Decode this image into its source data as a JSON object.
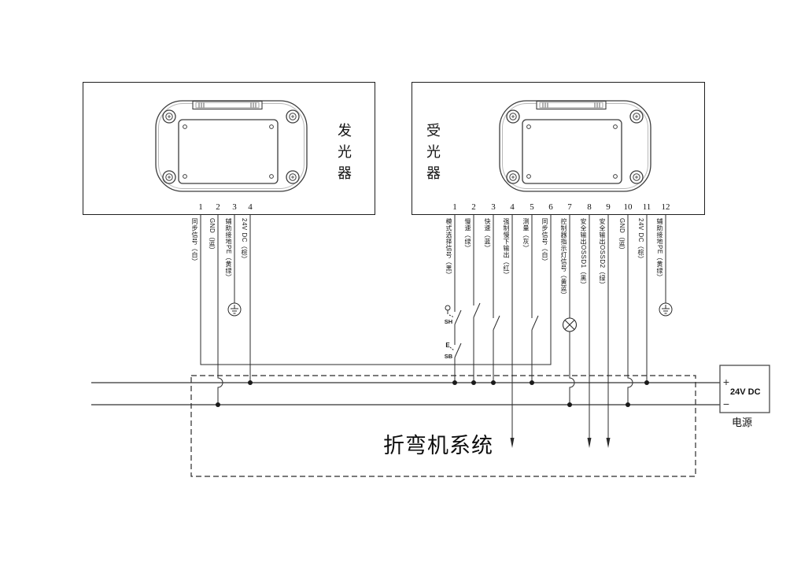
{
  "emitter": {
    "name": "发光器",
    "wires": [
      {
        "pin": "1",
        "label": "同步信号（白）"
      },
      {
        "pin": "2",
        "label": "GND（蓝）"
      },
      {
        "pin": "3",
        "label": "辅助接地PE（黄绿）"
      },
      {
        "pin": "4",
        "label": "24V DC（棕）"
      }
    ]
  },
  "receiver": {
    "name": "受光器",
    "wires": [
      {
        "pin": "1",
        "label": "模式选择信号（黑）"
      },
      {
        "pin": "2",
        "label": "慢速（绿）"
      },
      {
        "pin": "3",
        "label": "快速（蓝）"
      },
      {
        "pin": "4",
        "label": "强制慢下输出（红）"
      },
      {
        "pin": "5",
        "label": "测量（灰）"
      },
      {
        "pin": "6",
        "label": "同步信号（白）"
      },
      {
        "pin": "7",
        "label": "控制器指示灯信号（黄蓝）"
      },
      {
        "pin": "8",
        "label": "安全输出OSSD1（黑）"
      },
      {
        "pin": "9",
        "label": "安全输出OSSD2（绿）"
      },
      {
        "pin": "10",
        "label": "GND（蓝）"
      },
      {
        "pin": "11",
        "label": "24V DC（棕）"
      },
      {
        "pin": "12",
        "label": "辅助接地PE（黄绿）"
      }
    ]
  },
  "switches": {
    "sh_label": "SH",
    "sb_label": "SB",
    "sb_glyph": "E"
  },
  "system": {
    "label": "折弯机系统"
  },
  "power": {
    "label": "24V DC",
    "caption": "电源",
    "plus": "+",
    "minus": "−"
  },
  "colors": {
    "wire_line": "#2b2b2b",
    "bus_line": "#6d6d6d",
    "background": "#ffffff"
  }
}
